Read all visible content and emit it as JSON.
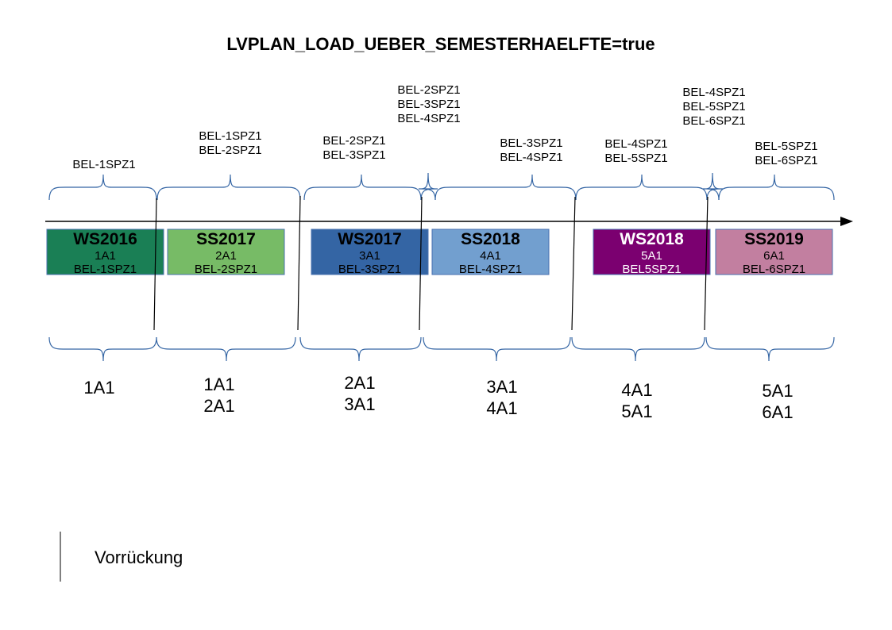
{
  "title": "LVPLAN_LOAD_UEBER_SEMESTERHAELFTE=true",
  "semesters": [
    {
      "name": "WS2016",
      "class": "1A1",
      "group": "BEL-1SPZ1",
      "color": "#1a7f55",
      "text_color": "#000000"
    },
    {
      "name": "SS2017",
      "class": "2A1",
      "group": "BEL-2SPZ1",
      "color": "#77bb66",
      "text_color": "#000000"
    },
    {
      "name": "WS2017",
      "class": "3A1",
      "group": "BEL-3SPZ1",
      "color": "#3465a4",
      "text_color": "#000000"
    },
    {
      "name": "SS2018",
      "class": "4A1",
      "group": "BEL-4SPZ1",
      "color": "#729fcf",
      "text_color": "#000000"
    },
    {
      "name": "WS2018",
      "class": "5A1",
      "group": "BEL5SPZ1",
      "color": "#7b0070",
      "text_color": "#ffffff"
    },
    {
      "name": "SS2019",
      "class": "6A1",
      "group": "BEL-6SPZ1",
      "color": "#c27fa0",
      "text_color": "#000000"
    }
  ],
  "top_groups": [
    [
      "BEL-1SPZ1"
    ],
    [
      "BEL-1SPZ1",
      "BEL-2SPZ1"
    ],
    [
      "BEL-2SPZ1",
      "BEL-3SPZ1"
    ],
    [
      "BEL-2SPZ1",
      "BEL-3SPZ1",
      "BEL-4SPZ1"
    ],
    [
      "BEL-3SPZ1",
      "BEL-4SPZ1"
    ],
    [
      "BEL-4SPZ1",
      "BEL-5SPZ1"
    ],
    [
      "BEL-4SPZ1",
      "BEL-5SPZ1",
      "BEL-6SPZ1"
    ],
    [
      "BEL-5SPZ1",
      "BEL-6SPZ1"
    ]
  ],
  "bottom_classes": [
    [
      "1A1"
    ],
    [
      "1A1",
      "2A1"
    ],
    [
      "2A1",
      "3A1"
    ],
    [
      "3A1",
      "4A1"
    ],
    [
      "4A1",
      "5A1"
    ],
    [
      "5A1",
      "6A1"
    ]
  ],
  "legend": {
    "label": "Vorrückung"
  },
  "colors": {
    "brace": "#3465a4",
    "line": "#000000"
  }
}
